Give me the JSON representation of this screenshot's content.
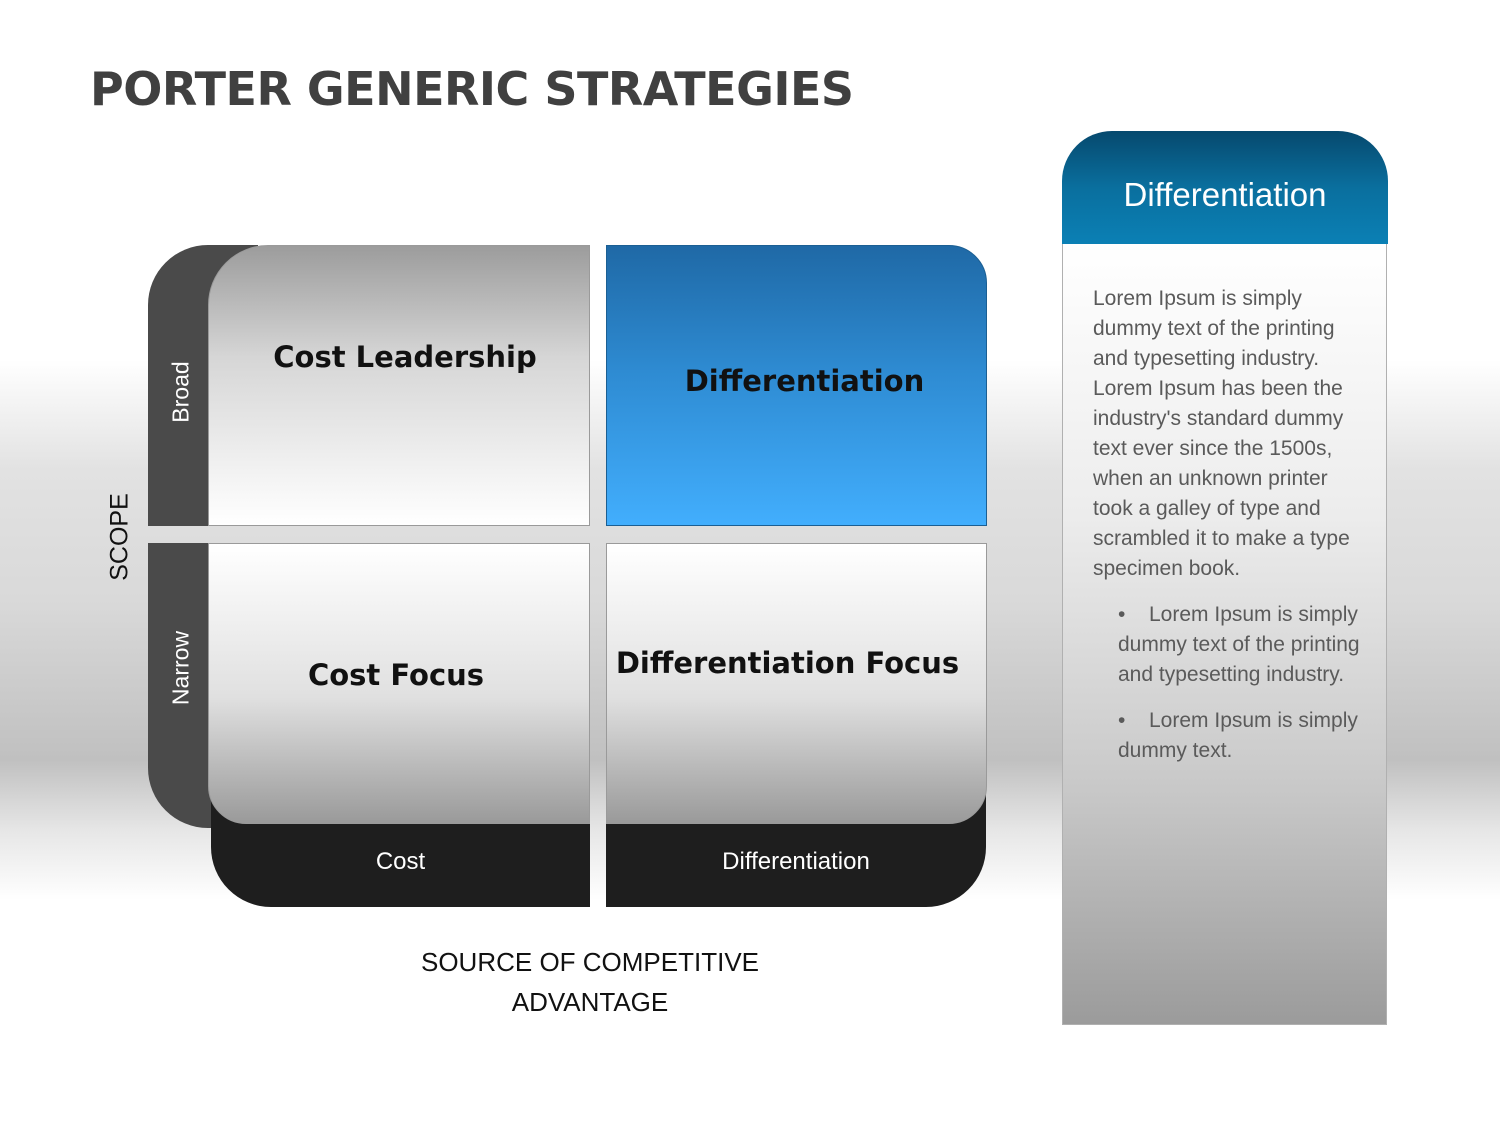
{
  "title": "PORTER GENERIC STRATEGIES",
  "scope": {
    "label": "SCOPE",
    "broad": "Broad",
    "narrow": "Narrow"
  },
  "advantage": {
    "cost": "Cost",
    "differentiation": "Differentiation",
    "axis_label_line1": "SOURCE OF COMPETITIVE",
    "axis_label_line2": "ADVANTAGE"
  },
  "cells": {
    "top_left": "Cost Leadership",
    "top_right": "Differentiation",
    "bottom_left": "Cost Focus",
    "bottom_right": "Differentiation Focus"
  },
  "panel": {
    "heading": "Differentiation",
    "paragraph": "Lorem Ipsum is simply dummy text of the printing and typesetting industry. Lorem Ipsum has been the industry's standard dummy text ever since the 1500s, when an unknown printer took a galley of type and scrambled it to make a type specimen book.",
    "bullets": [
      "Lorem Ipsum is simply dummy text of the printing and typesetting industry.",
      "Lorem Ipsum is simply dummy text."
    ],
    "bullet_symbol": "•"
  },
  "colors": {
    "highlight_blue": "#2e8bd2",
    "panel_header": "#0a6f9e",
    "dark_tab": "#4a4a4a",
    "bottom_bar": "#1e1e1e"
  }
}
